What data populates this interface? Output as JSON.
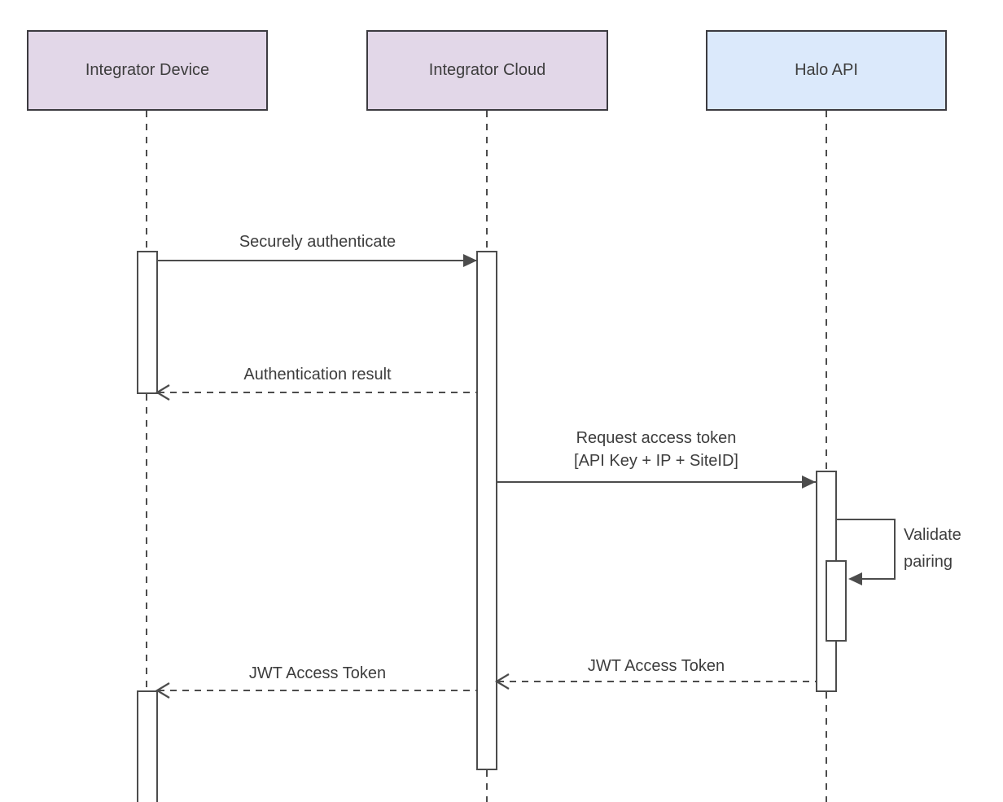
{
  "diagram": {
    "type": "uml-sequence-diagram",
    "participants": [
      {
        "name": "Integrator Device",
        "fill": "purple"
      },
      {
        "name": "Integrator Cloud",
        "fill": "purple"
      },
      {
        "name": "Halo API",
        "fill": "blue"
      }
    ],
    "messages": [
      {
        "label": "Securely authenticate",
        "from": "Integrator Device",
        "to": "Integrator Cloud",
        "line": "solid",
        "arrowhead": "filled"
      },
      {
        "label": "Authentication result",
        "from": "Integrator Cloud",
        "to": "Integrator Device",
        "line": "dashed",
        "arrowhead": "open"
      },
      {
        "label": "Request access token",
        "label2": "[API Key + IP + SiteID]",
        "from": "Integrator Cloud",
        "to": "Halo API",
        "line": "solid",
        "arrowhead": "filled"
      },
      {
        "label": "Validate pairing",
        "from": "Halo API",
        "to": "Halo API",
        "line": "self",
        "arrowhead": "filled"
      },
      {
        "label": "JWT Access Token",
        "from": "Halo API",
        "to": "Integrator Cloud",
        "line": "dashed",
        "arrowhead": "open"
      },
      {
        "label": "JWT Access Token",
        "from": "Integrator Cloud",
        "to": "Integrator Device",
        "line": "dashed",
        "arrowhead": "open"
      }
    ],
    "colors": {
      "purple_fill": "#e2d7e8",
      "blue_fill": "#dbe9fb",
      "shape_border": "#3c3b40",
      "line": "#4c4c4c",
      "text": "#3d3d3d",
      "background": "#ffffff"
    }
  }
}
